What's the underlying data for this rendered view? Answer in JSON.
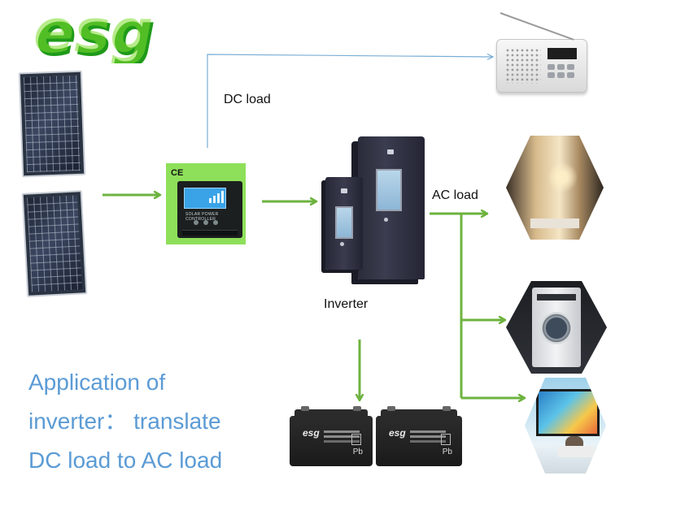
{
  "logo": {
    "text": "esg",
    "color": "#2aa820",
    "highlight": "#a6ec3a"
  },
  "labels": {
    "dc_load": "DC load",
    "ac_load": "AC load",
    "inverter": "Inverter"
  },
  "caption": {
    "lines": [
      "Application of",
      "inverter： translate",
      "DC load to AC load"
    ],
    "color": "#5b9bd5"
  },
  "controller": {
    "ce_mark": "CE",
    "panel_text": "SOLAR POWER CONTROLLER"
  },
  "battery": {
    "brand": "esg",
    "mark": "Pb"
  },
  "colors": {
    "flow_arrow": "#6db33f",
    "dc_line": "#7aaed6"
  },
  "icons": [
    "solar-panel-icon",
    "charge-controller-icon",
    "inverter-icon",
    "battery-icon",
    "radio-icon",
    "room-lighting-icon",
    "washing-machine-icon",
    "tv-icon"
  ]
}
